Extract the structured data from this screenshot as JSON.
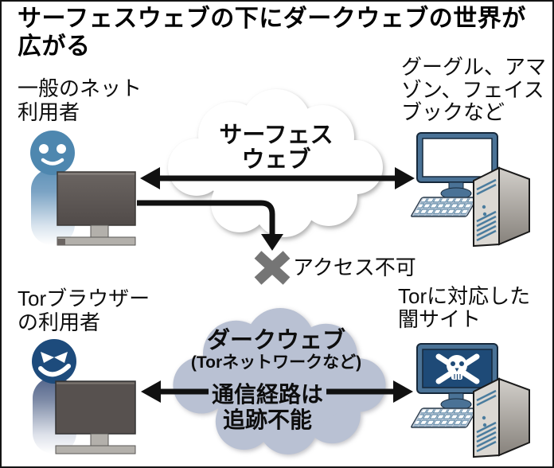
{
  "title_lines": [
    "サーフェスウェブの下にダークウェブの世界が",
    "広がる"
  ],
  "surface": {
    "user_label_lines": [
      "一般のネット",
      "利用者"
    ],
    "cloud_label_lines": [
      "サーフェス",
      "ウェブ"
    ],
    "server_label_lines": [
      "グーグル、アマ",
      "ゾン、フェイス",
      "ブックなど"
    ],
    "blocked_label": "アクセス不可"
  },
  "dark": {
    "user_label_lines": [
      "Torブラウザー",
      "の利用者"
    ],
    "cloud_title": "ダークウェブ",
    "cloud_subtitle": "(Torネットワークなど)",
    "route_label_lines": [
      "通信経路は",
      "追跡不能"
    ],
    "server_label_lines": [
      "Torに対応した",
      "闇サイト"
    ]
  },
  "colors": {
    "person-blue": "#4e87af",
    "person-dark": "#1d4b7c",
    "cloud-dark": "#b9c1d3",
    "cloud-light": "#ffffff",
    "x-gray": "#757575",
    "frame-blue": "#4a7296",
    "screen-navy": "#1e4a77",
    "monitor-gray": "#5b5552",
    "stand-gray": "#b3b0ab",
    "tower-front": "#dbd8d3",
    "tower-side": "#938e88",
    "keyboard-fill": "#bcc8d6",
    "stripe-blue": "#4a7c9e",
    "arrow-black": "#111111"
  }
}
